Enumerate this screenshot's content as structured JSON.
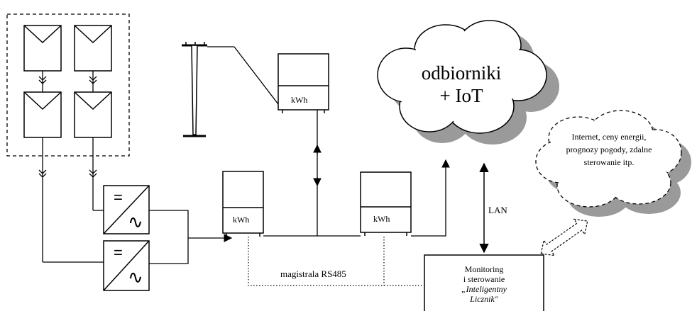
{
  "meters": {
    "grid_unit": "kWh",
    "pv_unit": "kWh",
    "load_unit": "kWh"
  },
  "cloud_loads": {
    "line1": "odbiorniki",
    "line2": "+ IoT"
  },
  "cloud_internet": {
    "text": "Internet, ceny energii, prognozy pogody, zdalne sterowanie itp."
  },
  "links": {
    "lan_label": "LAN",
    "bus_label": "magistrala RS485"
  },
  "monitoring": {
    "line1": "Monitoring",
    "line2": "i sterowanie",
    "line3": "„Inteligentny",
    "line4": "Licznik\""
  },
  "inverter": {
    "dc_symbol": "=",
    "ac_symbol": "∿"
  }
}
